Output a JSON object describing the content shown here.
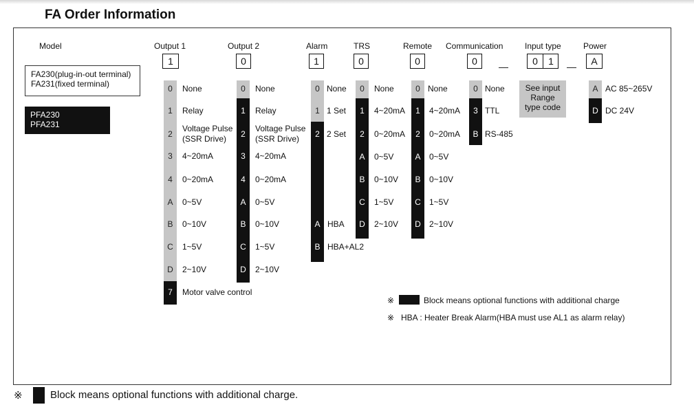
{
  "title": "FA Order Information",
  "colors": {
    "optional_block": "#111111",
    "standard_block": "#c6c6c6",
    "frame": "#333333"
  },
  "headers": {
    "model": "Model",
    "output1": "Output 1",
    "output2": "Output 2",
    "alarm": "Alarm",
    "trs": "TRS",
    "remote": "Remote",
    "communication": "Communication",
    "input_type": "Input type",
    "power": "Power"
  },
  "code_boxes": {
    "output1": "1",
    "output2": "0",
    "alarm": "1",
    "trs": "0",
    "remote": "0",
    "communication": "0",
    "dash1": "—",
    "input_type_1": "0",
    "input_type_2": "1",
    "dash2": "—",
    "power": "A"
  },
  "model": {
    "standard_line1": "FA230(plug-in-out terminal)",
    "standard_line2": "FA231(fixed terminal)",
    "optional_line1": "PFA230",
    "optional_line2": "PFA231"
  },
  "output1": {
    "opt0": {
      "code": "0",
      "label": "None"
    },
    "opt1": {
      "code": "1",
      "label": "Relay"
    },
    "opt2": {
      "code": "2",
      "label1": "Voltage Pulse",
      "label2": "(SSR Drive)"
    },
    "opt3": {
      "code": "3",
      "label": "4~20mA"
    },
    "opt4": {
      "code": "4",
      "label": "0~20mA"
    },
    "opt5": {
      "code": "A",
      "label": "0~5V"
    },
    "opt6": {
      "code": "B",
      "label": "0~10V"
    },
    "opt7": {
      "code": "C",
      "label": "1~5V"
    },
    "opt8": {
      "code": "D",
      "label": "2~10V"
    },
    "opt9": {
      "code": "7",
      "label": "Motor valve control"
    }
  },
  "output2": {
    "opt0": {
      "code": "0",
      "label": "None"
    },
    "opt1": {
      "code": "1",
      "label": "Relay"
    },
    "opt2": {
      "code": "2",
      "label1": "Voltage Pulse",
      "label2": "(SSR Drive)"
    },
    "opt3": {
      "code": "3",
      "label": "4~20mA"
    },
    "opt4": {
      "code": "4",
      "label": "0~20mA"
    },
    "opt5": {
      "code": "A",
      "label": "0~5V"
    },
    "opt6": {
      "code": "B",
      "label": "0~10V"
    },
    "opt7": {
      "code": "C",
      "label": "1~5V"
    },
    "opt8": {
      "code": "D",
      "label": "2~10V"
    }
  },
  "alarm": {
    "opt0": {
      "code": "0",
      "label": "None"
    },
    "opt1": {
      "code": "1",
      "label": "1 Set"
    },
    "opt2": {
      "code": "2",
      "label": "2 Set"
    },
    "opt3": {
      "code": "A",
      "label": "HBA"
    },
    "opt4": {
      "code": "B",
      "label": "HBA+AL2"
    }
  },
  "trs": {
    "opt0": {
      "code": "0",
      "label": "None"
    },
    "opt1": {
      "code": "1",
      "label": "4~20mA"
    },
    "opt2": {
      "code": "2",
      "label": "0~20mA"
    },
    "opt3": {
      "code": "A",
      "label": "0~5V"
    },
    "opt4": {
      "code": "B",
      "label": "0~10V"
    },
    "opt5": {
      "code": "C",
      "label": "1~5V"
    },
    "opt6": {
      "code": "D",
      "label": "2~10V"
    }
  },
  "remote": {
    "opt0": {
      "code": "0",
      "label": "None"
    },
    "opt1": {
      "code": "1",
      "label": "4~20mA"
    },
    "opt2": {
      "code": "2",
      "label": "0~20mA"
    },
    "opt3": {
      "code": "A",
      "label": "0~5V"
    },
    "opt4": {
      "code": "B",
      "label": "0~10V"
    },
    "opt5": {
      "code": "C",
      "label": "1~5V"
    },
    "opt6": {
      "code": "D",
      "label": "2~10V"
    }
  },
  "communication": {
    "opt0": {
      "code": "0",
      "label": "None"
    },
    "opt1": {
      "code": "3",
      "label": "TTL"
    },
    "opt2": {
      "code": "B",
      "label": "RS-485"
    }
  },
  "input_type": {
    "line1": "See input",
    "line2": "Range",
    "line3": "type code"
  },
  "power": {
    "opt0": {
      "code": "A",
      "label": "AC 85~265V"
    },
    "opt1": {
      "code": "D",
      "label": "DC 24V"
    }
  },
  "notes": {
    "mark": "※",
    "block_note": "Block means optional functions with additional charge",
    "hba_note": "HBA : Heater Break Alarm(HBA must use AL1 as alarm relay)",
    "footer_note": "Block means optional functions with additional charge."
  }
}
